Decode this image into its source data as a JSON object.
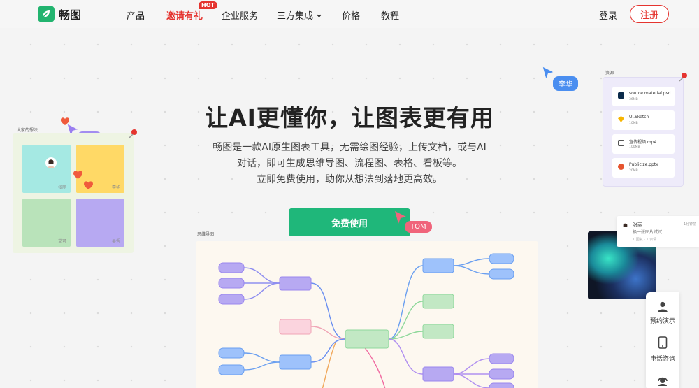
{
  "brand": {
    "name": "畅图",
    "accent": "#1fb77a",
    "hot_color": "#e5342f"
  },
  "nav": {
    "items": [
      "产品",
      "邀请有礼",
      "企业服务",
      "三方集成",
      "价格",
      "教程"
    ],
    "hot_badge": "HOT",
    "login": "登录",
    "register": "注册"
  },
  "hero": {
    "headline": "让AI更懂你，让图表更有用",
    "sub_line1": "畅图是一款AI原生图表工具，无需绘图经验，上传文档，或与AI",
    "sub_line2": "对话，即可生成思维导图、流程图、表格、看板等。",
    "sub_line3": "立即免费使用，助你从想法到落地更高效。",
    "cta": "免费使用"
  },
  "cursors": {
    "tom": "TOM",
    "lihua": "李华",
    "zhangli": "张丽"
  },
  "board": {
    "title": "大家的想法",
    "notes": [
      "张丽",
      "李华",
      "艾可",
      "吴秀"
    ]
  },
  "files": {
    "title": "资源",
    "items": [
      {
        "name": "source material.psd",
        "size": "36MB"
      },
      {
        "name": "UI.Sketch",
        "size": "10MB"
      },
      {
        "name": "宣传视频.mp4",
        "size": "100MB"
      },
      {
        "name": "Publicize.pptx",
        "size": "20MB"
      }
    ]
  },
  "mindmap": {
    "title": "思维导图"
  },
  "comment": {
    "name": "张丽",
    "time": "1分钟前",
    "text": "换一张图片试试",
    "meta": "1 回复 · 1 表情"
  },
  "side_widget": {
    "items": [
      "预约演示",
      "电话咨询"
    ]
  }
}
